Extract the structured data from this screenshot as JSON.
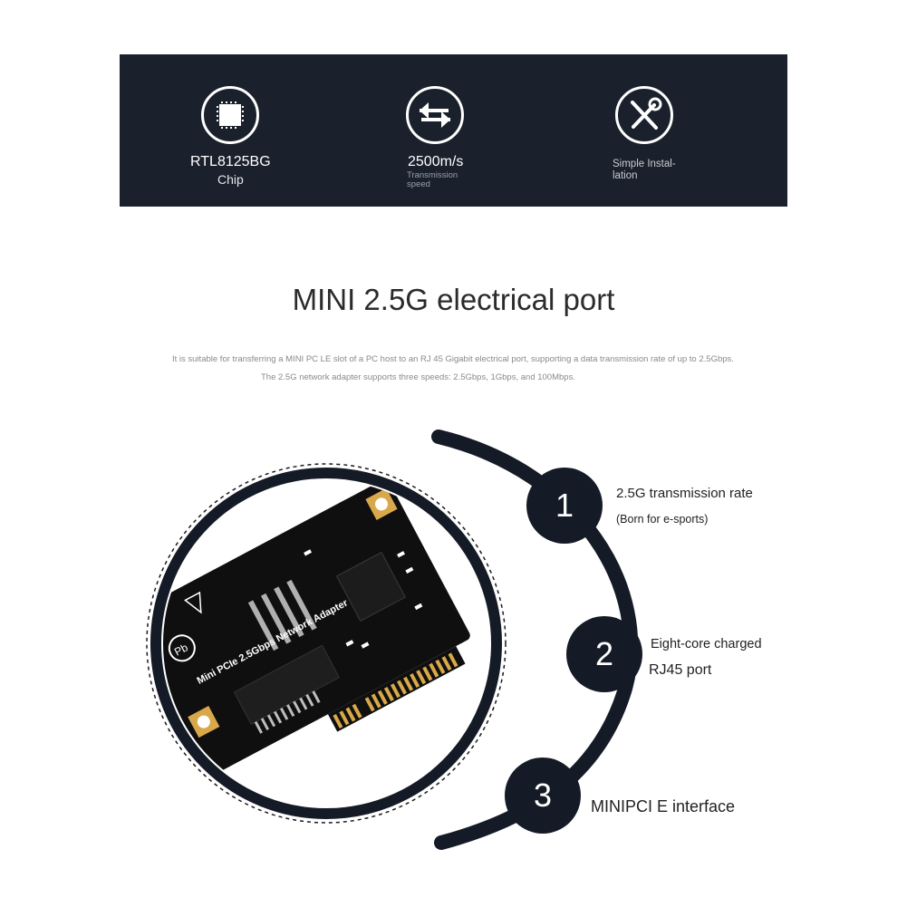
{
  "banner": {
    "features": [
      {
        "icon": "chip-icon",
        "line1": "RTL8125BG",
        "line2": "Chip"
      },
      {
        "icon": "transfer-arrows-icon",
        "line1": "2500m/s",
        "line2": "Transmission speed"
      },
      {
        "icon": "tools-icon",
        "line1": "Simple Instal- lation"
      }
    ]
  },
  "heading": {
    "title": "MINI 2.5G electrical port",
    "description_1": "It is suitable for transferring a MINI PC LE slot of a PC host to an RJ 45 Gigabit electrical port, supporting a data transmission rate of up to 2.5Gbps.",
    "description_2": "The 2.5G network adapter supports three speeds: 2.5Gbps, 1Gbps, and 100Mbps."
  },
  "card": {
    "silkscreen": "Mini PCIe 2.5Gbps Network Adapter",
    "pb_mark": "Pb"
  },
  "points": [
    {
      "number": "1",
      "title": "2.5G transmission rate",
      "subtitle": "(Born for e-sports)"
    },
    {
      "number": "2",
      "title": "Eight-core charged",
      "subtitle": "RJ45 port"
    },
    {
      "number": "3",
      "title": "MINIPCI E interface"
    }
  ],
  "colors": {
    "banner_bg": "#1a212c",
    "accent_dark": "#151b26",
    "pcb": "#0f0f0f",
    "gold": "#d9a84a"
  }
}
